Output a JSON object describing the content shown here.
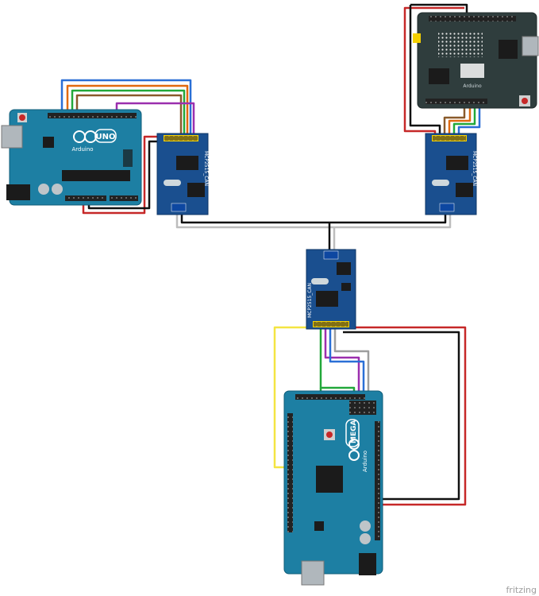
{
  "boards": {
    "uno": {
      "brand": "Arduino",
      "model": "UNO"
    },
    "mega": {
      "brand": "Arduino",
      "model": "MEGA"
    }
  },
  "modules": {
    "can_label": "MCP2515_CAN"
  },
  "footer": {
    "brand": "fritzing"
  },
  "colors": {
    "board_teal": "#1d7fa3",
    "board_dark": "#2f3d3d",
    "module_blue": "#1a4f8f",
    "wire_red": "#c62828",
    "wire_black": "#111111",
    "wire_blue": "#2a6fd6",
    "wire_green": "#22a83a",
    "wire_orange": "#e06a10",
    "wire_purple": "#9b2fae",
    "wire_yellow": "#f4e542",
    "wire_gray": "#9e9e9e",
    "header_yellow": "#f5d000"
  }
}
